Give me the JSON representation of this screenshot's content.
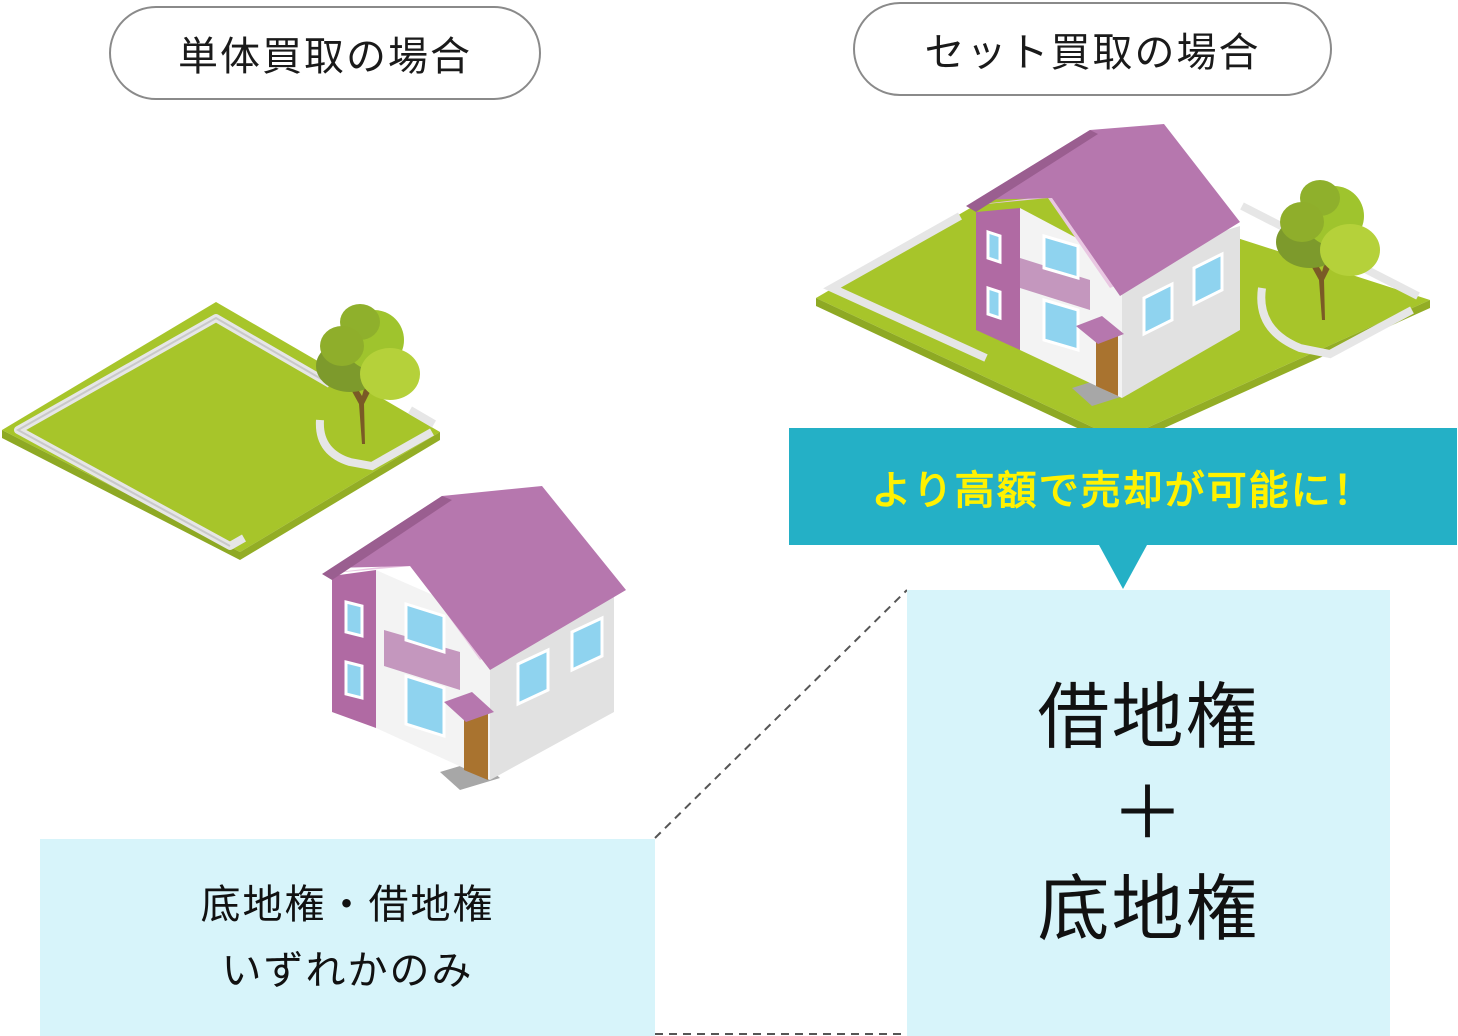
{
  "pills": {
    "single_label": "単体買取の場合",
    "set_label": "セット買取の場合"
  },
  "callout": {
    "text": "より高額で売却が可能に！"
  },
  "single_box": {
    "line1": "底地権・借地権",
    "line2": "いずれかのみ"
  },
  "set_box": {
    "line1": "借地権",
    "line2": "＋",
    "line3": "底地権"
  },
  "colors": {
    "lawn": "#a7c52a",
    "roof": "#b677ae",
    "callout_bg": "#24b0c6",
    "callout_text": "#fff200",
    "box_bg": "#d7f4fa"
  }
}
